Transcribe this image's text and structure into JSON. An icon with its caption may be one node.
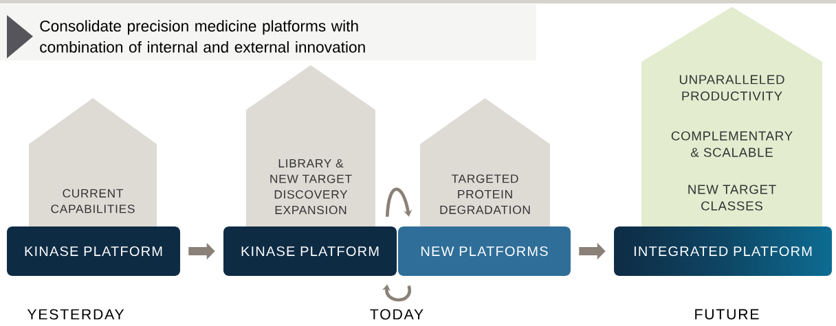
{
  "diagram": {
    "title": "Consolidate precision medicine platforms with combination of internal and external innovation",
    "nodes": [
      {
        "text": [
          "CURRENT CAPABILITIES"
        ]
      },
      {
        "text": [
          "KINASE PLATFORM"
        ]
      },
      {
        "text": [
          "LIBRARY & NEW TARGET DISCOVERY EXPANSION"
        ]
      },
      {
        "text": [
          "KINASE PLATFORM"
        ]
      },
      {
        "text": [
          "TARGETED PROTEIN DEGRADATION"
        ]
      },
      {
        "text": [
          "NEW PLATFORMS"
        ]
      },
      {
        "text": [
          "UNPARALLELED PRODUCTIVITY",
          "COMPLEMENTARY & SCALABLE",
          "NEW TARGET CLASSES"
        ]
      },
      {
        "text": [
          "INTEGRATED PLATFORM"
        ]
      }
    ],
    "edges": [
      {
        "from": 1,
        "to": 3,
        "arrow": "to",
        "style": "thick"
      },
      {
        "from": 5,
        "to": 7,
        "arrow": "to",
        "style": "thick"
      },
      {
        "from": 3,
        "to": 5,
        "arrow": "to"
      },
      {
        "from": 5,
        "to": 3,
        "arrow": "to"
      }
    ],
    "labels": [
      "YESTERDAY",
      "TODAY",
      "FUTURE"
    ]
  }
}
